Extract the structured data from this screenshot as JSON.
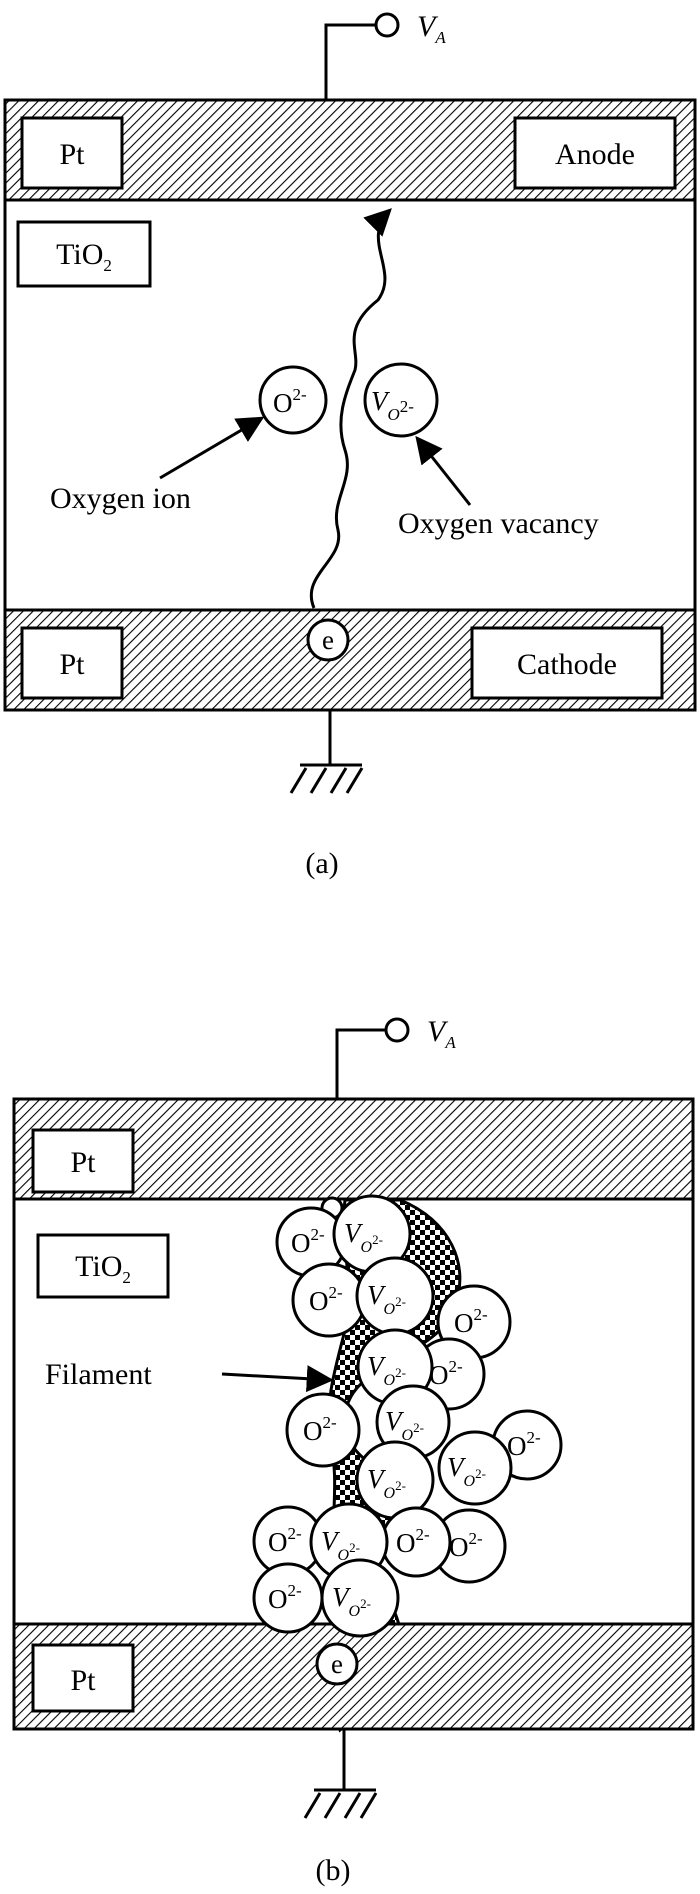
{
  "panel_a": {
    "voltage_label": "V",
    "voltage_sub": "A",
    "top_electrode": "Pt",
    "anode_label": "Anode",
    "oxide_main": "TiO",
    "oxide_sub": "2",
    "oxygen_ion": {
      "main": "O",
      "sup": "2-"
    },
    "vacancy": {
      "main": "V",
      "sub": "O",
      "sup": "2-"
    },
    "oxygen_ion_label": "Oxygen ion",
    "oxygen_vacancy_label": "Oxygen vacancy",
    "bottom_electrode": "Pt",
    "cathode_label": "Cathode",
    "electron": "e",
    "caption": "(a)"
  },
  "panel_b": {
    "voltage_label": "V",
    "voltage_sub": "A",
    "top_electrode": "Pt",
    "oxide_main": "TiO",
    "oxide_sub": "2",
    "filament_label": "Filament",
    "bottom_electrode": "Pt",
    "electron": "e",
    "ion_main": "O",
    "ion_sup": "2-",
    "vac_main": "V",
    "vac_sub": "O",
    "vac_sup": "2-",
    "caption": "(b)"
  },
  "colors": {
    "ink": "#000000",
    "background": "#ffffff"
  }
}
